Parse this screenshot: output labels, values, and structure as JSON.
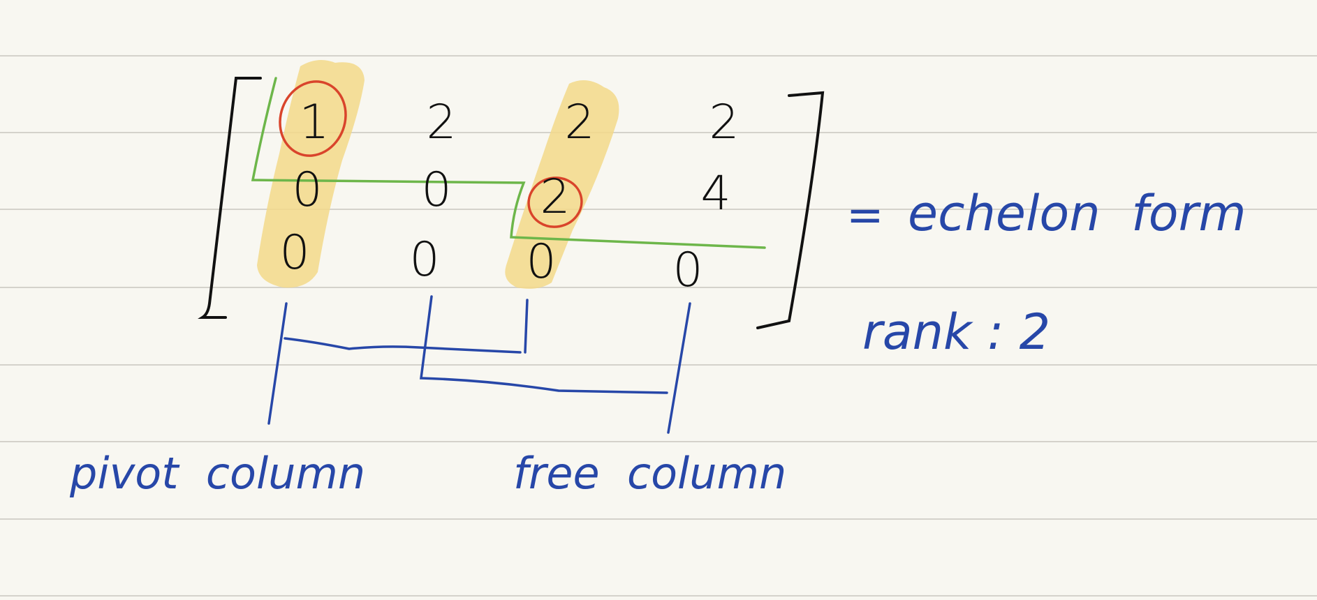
{
  "matrix": {
    "rows": [
      [
        "1",
        "2",
        "2",
        "2"
      ],
      [
        "0",
        "0",
        "2",
        "4"
      ],
      [
        "0",
        "0",
        "0",
        "0"
      ]
    ]
  },
  "annotations": {
    "equals": "=",
    "echelon_form": "echelon  form",
    "rank_label": "rank : 2",
    "pivot_column": "pivot  column",
    "free_column": "free  column"
  },
  "colors": {
    "paper": "#f8f7f1",
    "rule_line": "#d4d2cb",
    "highlight": "#f3d98a",
    "pivot_circle": "#d9442b",
    "staircase": "#6db64a",
    "ink_black": "#111111",
    "ink_blue": "#2747a8"
  }
}
